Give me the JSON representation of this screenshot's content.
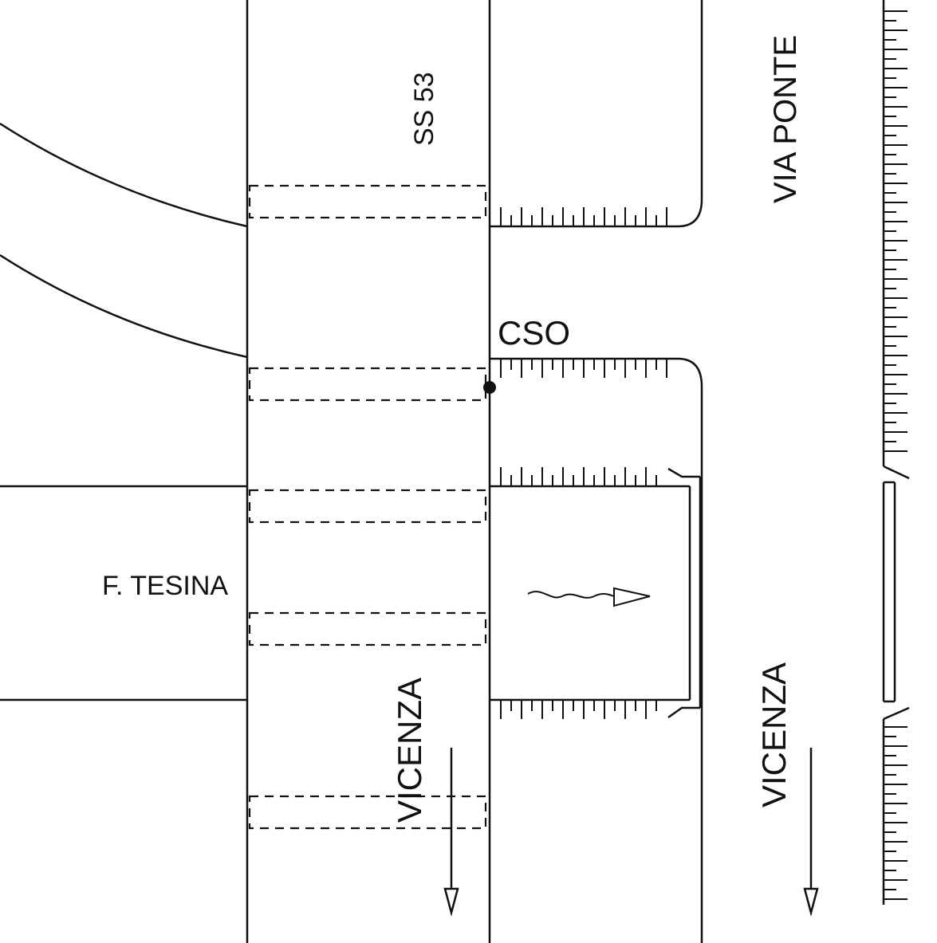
{
  "labels": {
    "road_ss53": "SS 53",
    "via_ponte": "VIA PONTE",
    "cso": "CSO",
    "f_tesina": "F. TESINA",
    "vicenza_left": "VICENZA",
    "vicenza_right": "VICENZA"
  },
  "colors": {
    "ink": "#111111",
    "paper": "#ffffff"
  },
  "icons": {
    "cso_point": "filled-circle-marker",
    "flow_direction": "wavy-arrow",
    "traffic_direction": "down-arrow"
  }
}
